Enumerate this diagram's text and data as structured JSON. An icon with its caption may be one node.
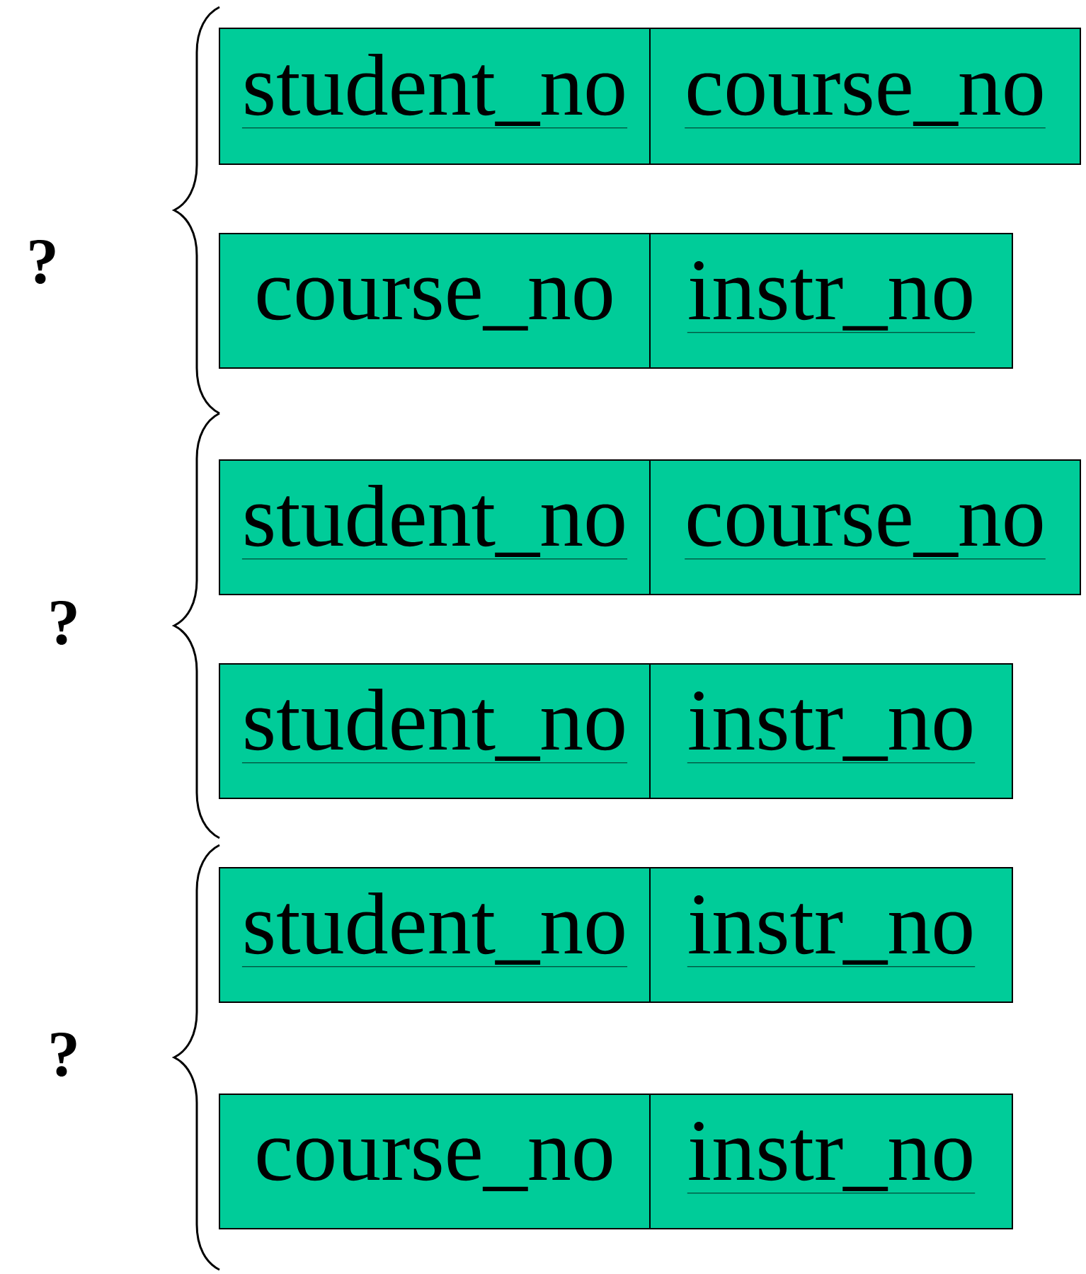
{
  "diagram": {
    "nodes": [
      {
        "text": [
          "student_no"
        ]
      },
      {
        "text": [
          "course_no"
        ]
      },
      {
        "text": [
          "course_no"
        ]
      },
      {
        "text": [
          "instr_no"
        ]
      },
      {
        "text": [
          "student_no"
        ]
      },
      {
        "text": [
          "course_no"
        ]
      },
      {
        "text": [
          "student_no"
        ]
      },
      {
        "text": [
          "instr_no"
        ]
      },
      {
        "text": [
          "student_no"
        ]
      },
      {
        "text": [
          "instr_no"
        ]
      },
      {
        "text": [
          "course_no"
        ]
      },
      {
        "text": [
          "instr_no"
        ]
      }
    ],
    "labels": [
      "?",
      "?",
      "?"
    ]
  }
}
